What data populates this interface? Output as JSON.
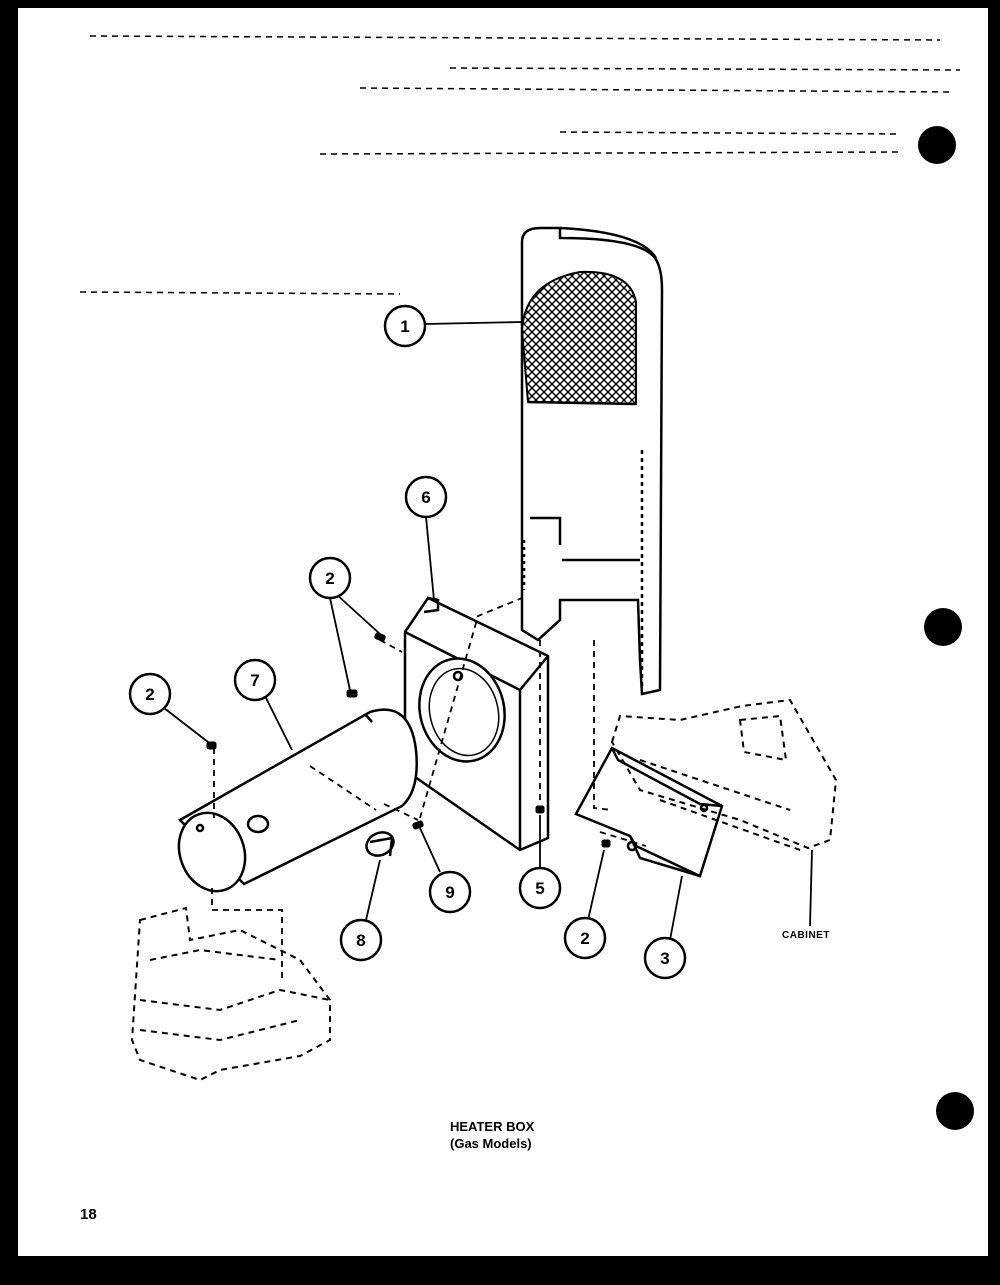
{
  "diagram": {
    "title": "HEATER BOX",
    "subtitle": "(Gas Models)",
    "page_number": "18",
    "cabinet_label": "CABINET",
    "callouts": [
      {
        "id": "c1",
        "label": "1"
      },
      {
        "id": "c6",
        "label": "6"
      },
      {
        "id": "c2a",
        "label": "2"
      },
      {
        "id": "c2b",
        "label": "2"
      },
      {
        "id": "c7",
        "label": "7"
      },
      {
        "id": "c9",
        "label": "9"
      },
      {
        "id": "c8",
        "label": "8"
      },
      {
        "id": "c5",
        "label": "5"
      },
      {
        "id": "c2c",
        "label": "2"
      },
      {
        "id": "c3",
        "label": "3"
      }
    ]
  },
  "colors": {
    "ink": "#000000",
    "paper": "#ffffff",
    "border": "#000000"
  }
}
